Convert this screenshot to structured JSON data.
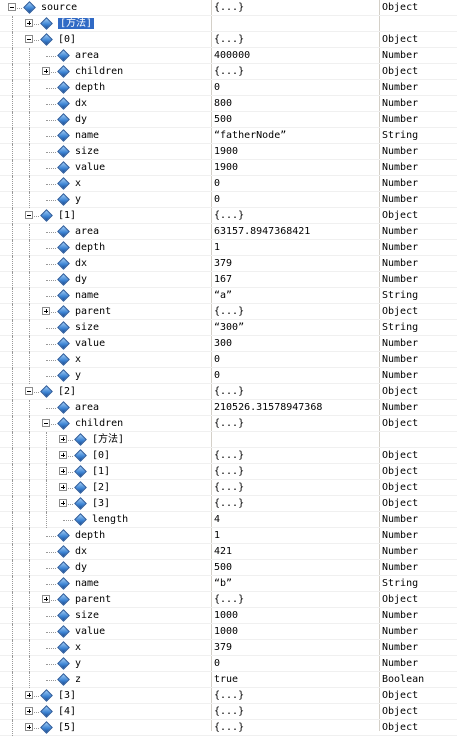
{
  "tree": [
    {
      "name": "source",
      "value": "{...}",
      "type": "Object",
      "level": 0,
      "expander": "minus"
    },
    {
      "name": "[方法]",
      "value": "",
      "type": "",
      "level": 1,
      "expander": "plus",
      "selected": true
    },
    {
      "name": "[0]",
      "value": "{...}",
      "type": "Object",
      "level": 1,
      "expander": "minus"
    },
    {
      "name": "area",
      "value": "400000",
      "type": "Number",
      "level": 2
    },
    {
      "name": "children",
      "value": "{...}",
      "type": "Object",
      "level": 2,
      "expander": "plus"
    },
    {
      "name": "depth",
      "value": "0",
      "type": "Number",
      "level": 2
    },
    {
      "name": "dx",
      "value": "800",
      "type": "Number",
      "level": 2
    },
    {
      "name": "dy",
      "value": "500",
      "type": "Number",
      "level": 2
    },
    {
      "name": "name",
      "value": "“fatherNode”",
      "type": "String",
      "level": 2
    },
    {
      "name": "size",
      "value": "1900",
      "type": "Number",
      "level": 2
    },
    {
      "name": "value",
      "value": "1900",
      "type": "Number",
      "level": 2
    },
    {
      "name": "x",
      "value": "0",
      "type": "Number",
      "level": 2
    },
    {
      "name": "y",
      "value": "0",
      "type": "Number",
      "level": 2
    },
    {
      "name": "[1]",
      "value": "{...}",
      "type": "Object",
      "level": 1,
      "expander": "minus"
    },
    {
      "name": "area",
      "value": "63157.8947368421",
      "type": "Number",
      "level": 2
    },
    {
      "name": "depth",
      "value": "1",
      "type": "Number",
      "level": 2
    },
    {
      "name": "dx",
      "value": "379",
      "type": "Number",
      "level": 2
    },
    {
      "name": "dy",
      "value": "167",
      "type": "Number",
      "level": 2
    },
    {
      "name": "name",
      "value": "“a”",
      "type": "String",
      "level": 2
    },
    {
      "name": "parent",
      "value": "{...}",
      "type": "Object",
      "level": 2,
      "expander": "plus"
    },
    {
      "name": "size",
      "value": "“300”",
      "type": "String",
      "level": 2
    },
    {
      "name": "value",
      "value": "300",
      "type": "Number",
      "level": 2
    },
    {
      "name": "x",
      "value": "0",
      "type": "Number",
      "level": 2
    },
    {
      "name": "y",
      "value": "0",
      "type": "Number",
      "level": 2
    },
    {
      "name": "[2]",
      "value": "{...}",
      "type": "Object",
      "level": 1,
      "expander": "minus"
    },
    {
      "name": "area",
      "value": "210526.31578947368",
      "type": "Number",
      "level": 2
    },
    {
      "name": "children",
      "value": "{...}",
      "type": "Object",
      "level": 2,
      "expander": "minus"
    },
    {
      "name": "[方法]",
      "value": "",
      "type": "",
      "level": 3,
      "expander": "plus"
    },
    {
      "name": "[0]",
      "value": "{...}",
      "type": "Object",
      "level": 3,
      "expander": "plus"
    },
    {
      "name": "[1]",
      "value": "{...}",
      "type": "Object",
      "level": 3,
      "expander": "plus"
    },
    {
      "name": "[2]",
      "value": "{...}",
      "type": "Object",
      "level": 3,
      "expander": "plus"
    },
    {
      "name": "[3]",
      "value": "{...}",
      "type": "Object",
      "level": 3,
      "expander": "plus"
    },
    {
      "name": "length",
      "value": "4",
      "type": "Number",
      "level": 3
    },
    {
      "name": "depth",
      "value": "1",
      "type": "Number",
      "level": 2
    },
    {
      "name": "dx",
      "value": "421",
      "type": "Number",
      "level": 2
    },
    {
      "name": "dy",
      "value": "500",
      "type": "Number",
      "level": 2
    },
    {
      "name": "name",
      "value": "“b”",
      "type": "String",
      "level": 2
    },
    {
      "name": "parent",
      "value": "{...}",
      "type": "Object",
      "level": 2,
      "expander": "plus"
    },
    {
      "name": "size",
      "value": "1000",
      "type": "Number",
      "level": 2
    },
    {
      "name": "value",
      "value": "1000",
      "type": "Number",
      "level": 2
    },
    {
      "name": "x",
      "value": "379",
      "type": "Number",
      "level": 2
    },
    {
      "name": "y",
      "value": "0",
      "type": "Number",
      "level": 2
    },
    {
      "name": "z",
      "value": "true",
      "type": "Boolean",
      "level": 2
    },
    {
      "name": "[3]",
      "value": "{...}",
      "type": "Object",
      "level": 1,
      "expander": "plus"
    },
    {
      "name": "[4]",
      "value": "{...}",
      "type": "Object",
      "level": 1,
      "expander": "plus"
    },
    {
      "name": "[5]",
      "value": "{...}",
      "type": "Object",
      "level": 1,
      "expander": "plus"
    }
  ]
}
